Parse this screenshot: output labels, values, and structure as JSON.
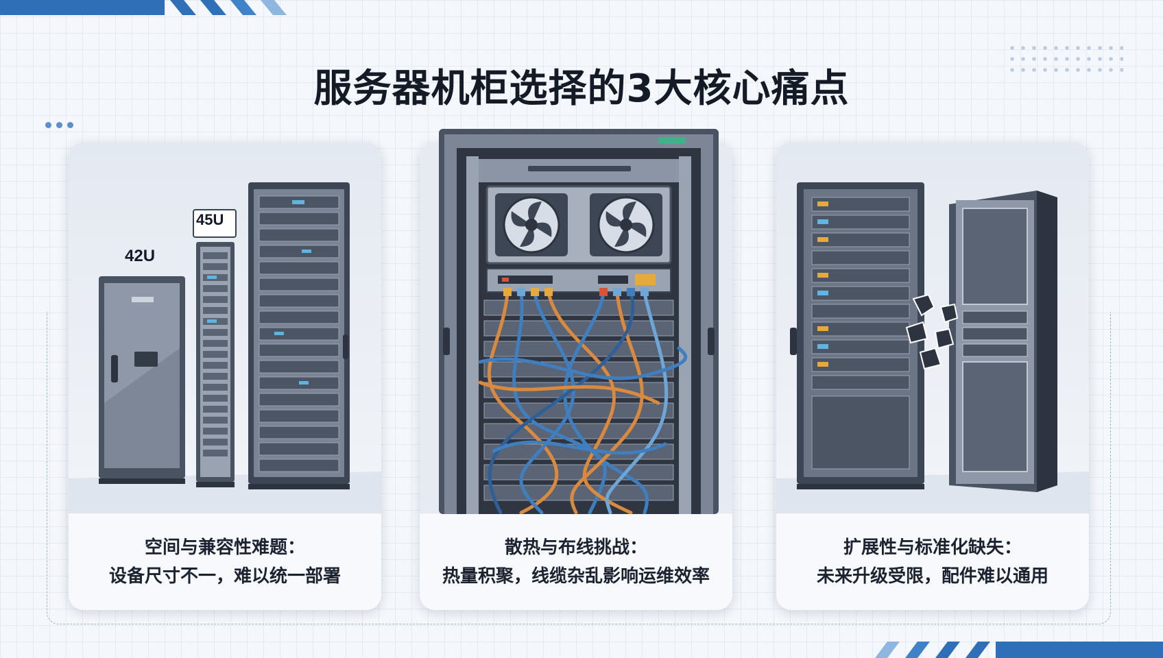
{
  "title": "服务器机柜选择的3大核心痛点",
  "cards": [
    {
      "caption_line1": "空间与兼容性难题：",
      "caption_line2": "设备尺寸不一，难以统一部署",
      "labels": [
        "42U",
        "45U"
      ]
    },
    {
      "caption_line1": "散热与布线挑战：",
      "caption_line2": "热量积聚，线缆杂乱影响运维效率"
    },
    {
      "caption_line1": "扩展性与标准化缺失：",
      "caption_line2": "未来升级受限，配件难以通用"
    }
  ],
  "colors": {
    "accent": "#2f6fb8",
    "rack_dark": "#3d4654",
    "rack_frame": "#6b7585",
    "cable_blue": "#3f7fc0",
    "cable_orange": "#d98a3e"
  }
}
